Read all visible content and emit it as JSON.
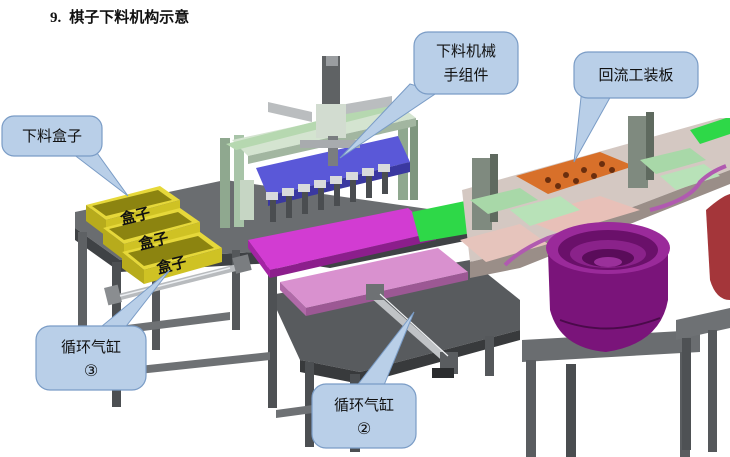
{
  "heading": {
    "number": "9.",
    "title": "棋子下料机构示意"
  },
  "callouts": {
    "gripper_assembly": [
      "下料机械",
      "手组件"
    ],
    "return_fixture": [
      "回流工装板"
    ],
    "unload_box": [
      "下料盒子"
    ],
    "cylinder_3": [
      "循环气缸",
      "③"
    ],
    "cylinder_2": [
      "循环气缸",
      "②"
    ]
  },
  "box_labels": [
    "盒子",
    "盒子",
    "盒子"
  ],
  "colors": {
    "callout_fill": "#b9cfe8",
    "callout_stroke": "#7a9cc6",
    "table_dark": "#5a5d60",
    "magenta_plate": "#d23cd2",
    "pink_plate": "#d07cc8",
    "yellow_box": "#d8c928",
    "green_plate": "#2ed848",
    "orange_plate": "#d8702a",
    "purple_bowl": "#7a147a",
    "blue_plate": "#5a58d8",
    "fixture_green": "#a8d8a8"
  }
}
